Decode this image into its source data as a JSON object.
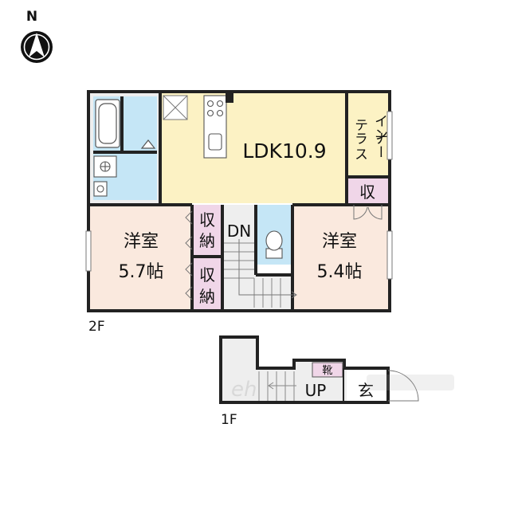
{
  "compass": {
    "north_label": "N"
  },
  "floors": {
    "second": {
      "label": "2F",
      "ldk": "LDK10.9",
      "inner_terrace": [
        "イン",
        "ナー",
        "テラ",
        "ス"
      ],
      "storage_small": "収",
      "western_room_left": {
        "name": "洋室",
        "size": "5.7帖"
      },
      "western_room_right": {
        "name": "洋室",
        "size": "5.4帖"
      },
      "closet_upper": [
        "収",
        "納"
      ],
      "closet_lower": [
        "収",
        "納"
      ],
      "stair_down": "DN"
    },
    "first": {
      "label": "1F",
      "stair_up": "UP",
      "entrance": "玄",
      "shoe_box": "靴"
    }
  },
  "colors": {
    "ldk": "#fcf2c4",
    "wet": "#c5e6f6",
    "room": "#fae9de",
    "storage": "#f0d6e8",
    "wall": "#222222",
    "floor_grey": "#eeeeee"
  }
}
